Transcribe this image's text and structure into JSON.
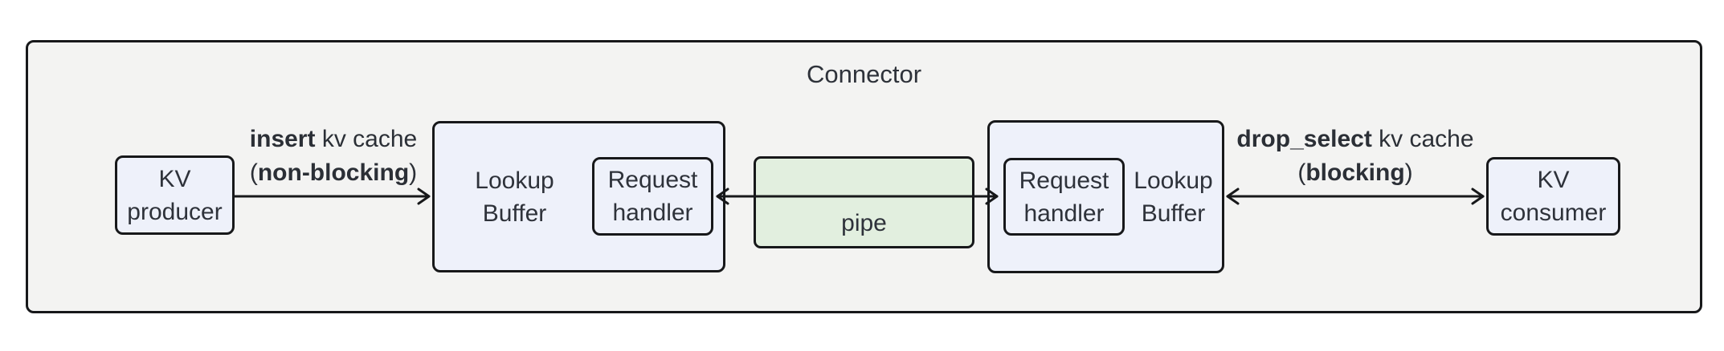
{
  "title": "Connector",
  "nodes": {
    "kv_producer": {
      "line1": "KV",
      "line2": "producer"
    },
    "lookup_buffer_left": {
      "line1": "Lookup",
      "line2": "Buffer"
    },
    "request_handler_left": {
      "line1": "Request",
      "line2": "handler"
    },
    "pipe": {
      "label": "pipe"
    },
    "request_handler_right": {
      "line1": "Request",
      "line2": "handler"
    },
    "lookup_buffer_right": {
      "line1": "Lookup",
      "line2": "Buffer"
    },
    "kv_consumer": {
      "line1": "KV",
      "line2": "consumer"
    }
  },
  "edges": {
    "insert": {
      "op": "insert",
      "rest": " kv cache",
      "open_paren": "(",
      "mode": "non-blocking",
      "close_paren": ")"
    },
    "drop_select": {
      "op": "drop_select",
      "rest": " kv cache",
      "open_paren": "(",
      "mode": "blocking",
      "close_paren": ")"
    }
  },
  "colors": {
    "background": "#ffffff",
    "container_fill": "#f3f3f2",
    "node_fill": "#eef1fa",
    "pipe_fill": "#e2efdf",
    "border": "#17181a",
    "text": "#2e323a"
  }
}
